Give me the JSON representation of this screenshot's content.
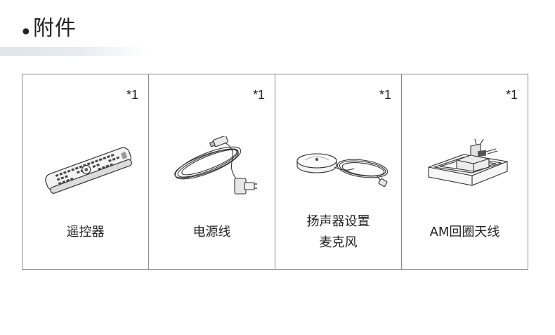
{
  "header": {
    "bullet": "•",
    "title": "附件"
  },
  "items": [
    {
      "note": "*1",
      "label": "遥控器",
      "icon": "remote-control-icon"
    },
    {
      "note": "*1",
      "label": "电源线",
      "icon": "power-cord-icon"
    },
    {
      "note": "*1",
      "label": "扬声器设置\n麦克风",
      "icon": "setup-microphone-icon"
    },
    {
      "note": "*1",
      "label": "AM回圈天线",
      "icon": "am-loop-antenna-icon"
    }
  ],
  "colors": {
    "border": "#8a8a8a",
    "band": "#dfe5ea",
    "text": "#222222"
  }
}
